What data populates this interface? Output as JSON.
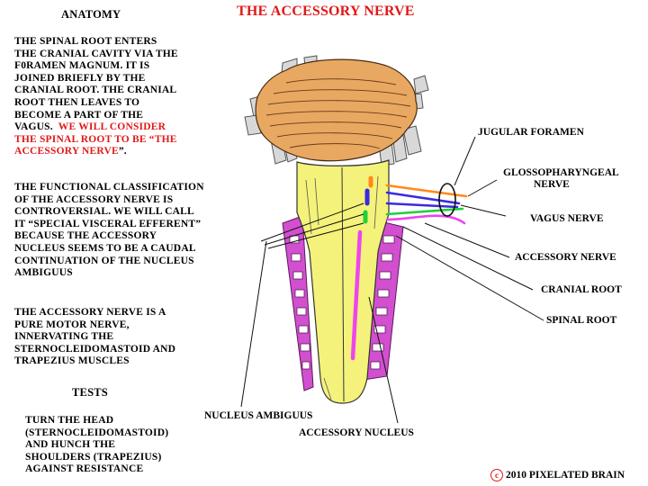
{
  "title": "THE ACCESSORY NERVE",
  "anatomy": {
    "heading": "ANATOMY",
    "para1_lines": [
      "THE SPINAL ROOT ENTERS",
      "THE CRANIAL CAVITY VIA THE",
      "F0RAMEN MAGNUM.  IT IS",
      "JOINED BRIEFLY BY THE",
      "CRANIAL ROOT.  THE CRANIAL",
      "ROOT THEN LEAVES TO",
      "BECOME A PART OF THE"
    ],
    "para1_line8_black": "VAGUS.  ",
    "para1_line8_red": "WE WILL CONSIDER",
    "para1_line9_red": "THE SPINAL ROOT TO BE  “THE",
    "para1_line10_red": "ACCESSORY NERVE",
    "para1_line10_end": "”.",
    "para2_lines": [
      "THE FUNCTIONAL CLASSIFICATION",
      "OF THE ACCESSORY  NERVE IS",
      "CONTROVERSIAL. WE WILL CALL",
      "IT “SPECIAL VISCERAL EFFERENT”",
      "BECAUSE THE ACCESSORY",
      "NUCLEUS SEEMS TO BE A CAUDAL",
      "CONTINUATION OF THE NUCLEUS",
      "AMBIGUUS"
    ],
    "para3_lines": [
      "THE ACCESSORY NERVE IS A",
      "PURE MOTOR NERVE,",
      "INNERVATING THE",
      "STERNOCLEIDOMASTOID AND",
      "TRAPEZIUS MUSCLES"
    ]
  },
  "tests": {
    "heading": "TESTS",
    "lines": [
      "TURN THE HEAD",
      "(STERNOCLEIDOMASTOID)",
      "AND HUNCH THE",
      "SHOULDERS (TRAPEZIUS)",
      "AGAINST RESISTANCE"
    ]
  },
  "labels": {
    "jugular_foramen": "JUGULAR FORAMEN",
    "glossopharyngeal_1": "GLOSSOPHARYNGEAL",
    "glossopharyngeal_2": "NERVE",
    "vagus": "VAGUS NERVE",
    "accessory": "ACCESSORY  NERVE",
    "cranial_root": "CRANIAL ROOT",
    "spinal_root": "SPINAL ROOT",
    "nucleus_ambiguus": "NUCLEUS AMBIGUUS",
    "accessory_nucleus": "ACCESSORY NUCLEUS"
  },
  "copyright": {
    "symbol": "c",
    "text": "2010  PIXELATED BRAIN"
  },
  "colors": {
    "title_red": "#e01818",
    "cerebellum": "#e8a862",
    "medulla": "#f4f27a",
    "trapezius_side": "#d24fd0",
    "glossopharyngeal_line": "#ff8a1a",
    "vagus_line": "#3a2ae0",
    "cranial_root_line": "#1fd23a",
    "spinal_root_line": "#ee44ee"
  }
}
